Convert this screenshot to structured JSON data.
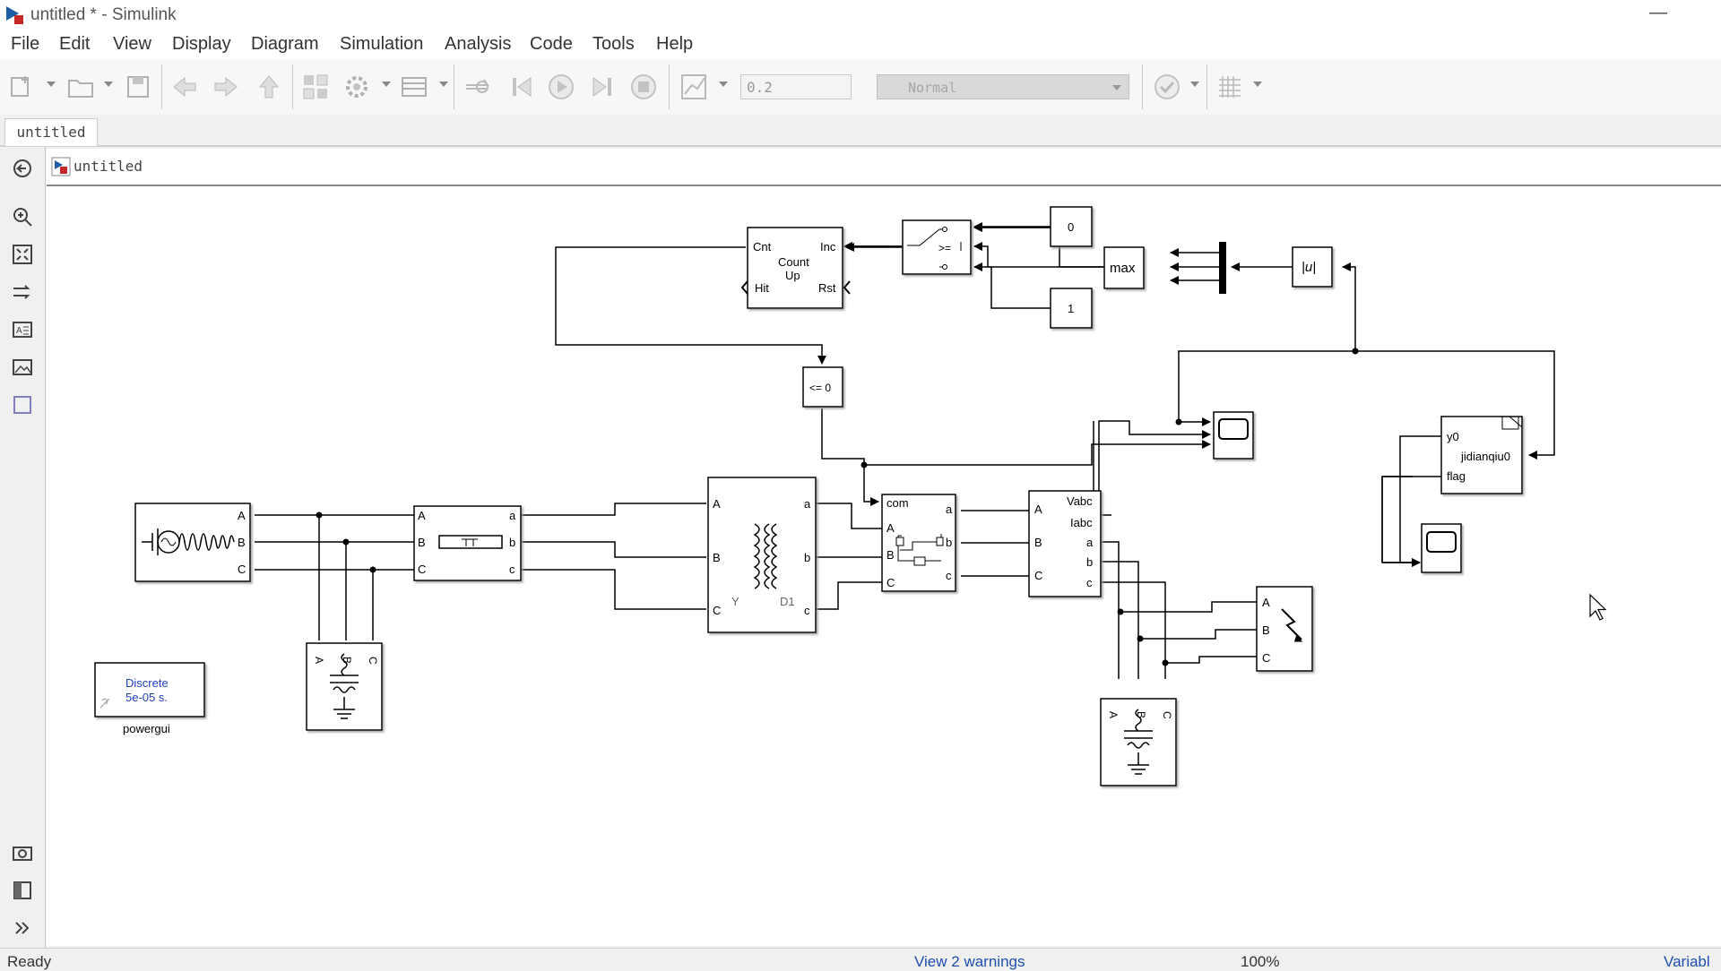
{
  "window": {
    "title": "untitled * - Simulink"
  },
  "menu": [
    "File",
    "Edit",
    "View",
    "Display",
    "Diagram",
    "Simulation",
    "Analysis",
    "Code",
    "Tools",
    "Help"
  ],
  "toolbar": {
    "stop_time": "0.2",
    "sim_mode": "Normal"
  },
  "tab": {
    "label": "untitled"
  },
  "breadcrumb": {
    "label": "untitled"
  },
  "blocks": {
    "source_ports": [
      "A",
      "B",
      "C"
    ],
    "load1_ports": [
      "A",
      "B",
      "C"
    ],
    "load1_top": [
      "A",
      "B",
      "C"
    ],
    "transformer": {
      "in": [
        "A",
        "B",
        "C"
      ],
      "out": [
        "a",
        "b",
        "c"
      ],
      "left": "Y",
      "right": "D1"
    },
    "breaker": {
      "label": "com",
      "in": [
        "A",
        "B",
        "C"
      ],
      "out": [
        "a",
        "b",
        "c"
      ]
    },
    "meas": {
      "in": [
        "A",
        "B",
        "C"
      ],
      "out1": "Vabc",
      "out2": "Iabc",
      "out3": [
        "a",
        "b",
        "c"
      ]
    },
    "fault": [
      "A",
      "B",
      "C"
    ],
    "load2_top": [
      "A",
      "B",
      "C"
    ],
    "counter": {
      "cnt": "Cnt",
      "inc": "Inc",
      "hit": "Hit",
      "rst": "Rst",
      "title1": "Count",
      "title2": "Up"
    },
    "switch_label": ">=",
    "const0": "0",
    "const1": "1",
    "max": "max",
    "abs": "|u|",
    "compare": "<= 0",
    "relay": {
      "y0": "y0",
      "name": "jidianqiu0",
      "flag": "flag"
    },
    "powergui": {
      "line1": "Discrete",
      "line2": "5e-05 s.",
      "name": "powergui"
    }
  },
  "status": {
    "ready": "Ready",
    "warnings": "View 2 warnings",
    "zoom": "100%",
    "variable": "Variabl"
  }
}
